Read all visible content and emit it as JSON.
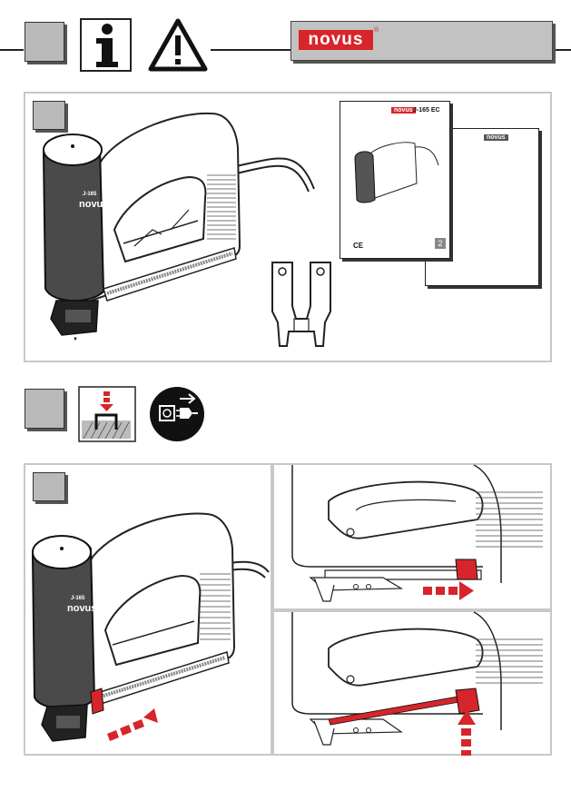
{
  "header": {
    "brand": "novus",
    "brand_mark": "®",
    "icons": [
      "step-box-icon",
      "info-icon",
      "warning-icon"
    ]
  },
  "manual_booklet": {
    "brand": "novus",
    "model": "J-165 EC",
    "page_number": "2",
    "cert_marks": "CE"
  },
  "stapler_label": {
    "model": "J-165",
    "brand": "novus"
  },
  "colors": {
    "brand_red": "#d6262b",
    "step_box_gray": "#b9b9b9",
    "panel_border": "#c8c8c8",
    "highlight_red": "#d6262b"
  }
}
